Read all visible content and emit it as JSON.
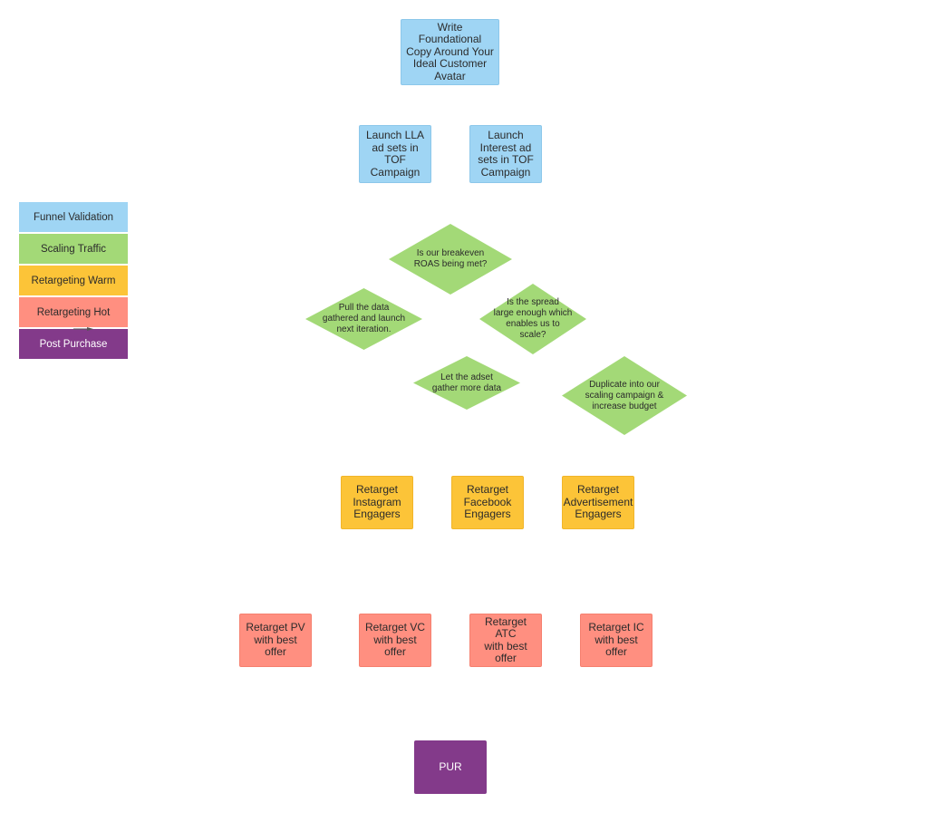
{
  "colors": {
    "funnel_validation": "#9fd5f4",
    "scaling_traffic": "#a3d977",
    "retargeting_warm": "#fcc438",
    "retargeting_hot": "#ff8f80",
    "post_purchase": "#833a8a"
  },
  "legend": {
    "items": [
      {
        "label": "Funnel Validation"
      },
      {
        "label": "Scaling Traffic"
      },
      {
        "label": "Retargeting Warm"
      },
      {
        "label": "Retargeting Hot"
      },
      {
        "label": "Post Purchase"
      }
    ]
  },
  "nodes": {
    "foundational_copy": "Write Foundational\nCopy Around Your\nIdeal Customer\nAvatar",
    "launch_lla": "Launch LLA\nad sets in\nTOF\nCampaign",
    "launch_interest": "Launch\nInterest ad\nsets in TOF\nCampaign",
    "breakeven_roas": "Is our breakeven\nROAS being met?",
    "pull_data": "Pull the data\ngathered and launch\nnext iteration.",
    "spread_large": "Is the spread\nlarge enough which\nenables us to\nscale?",
    "let_adset": "Let the adset\ngather more data",
    "duplicate": "Duplicate into our\nscaling campaign &\nincrease budget",
    "retarget_instagram": "Retarget\nInstagram\nEngagers",
    "retarget_facebook": "Retarget\nFacebook\nEngagers",
    "retarget_advertisement": "Retarget\nAdvertisement\nEngagers",
    "retarget_pv": "Retarget PV\nwith best\noffer",
    "retarget_vc": "Retarget VC\nwith best\noffer",
    "retarget_atc": "Retarget ATC\nwith best\noffer",
    "retarget_ic": "Retarget IC\nwith best\noffer",
    "pur": "PUR"
  }
}
